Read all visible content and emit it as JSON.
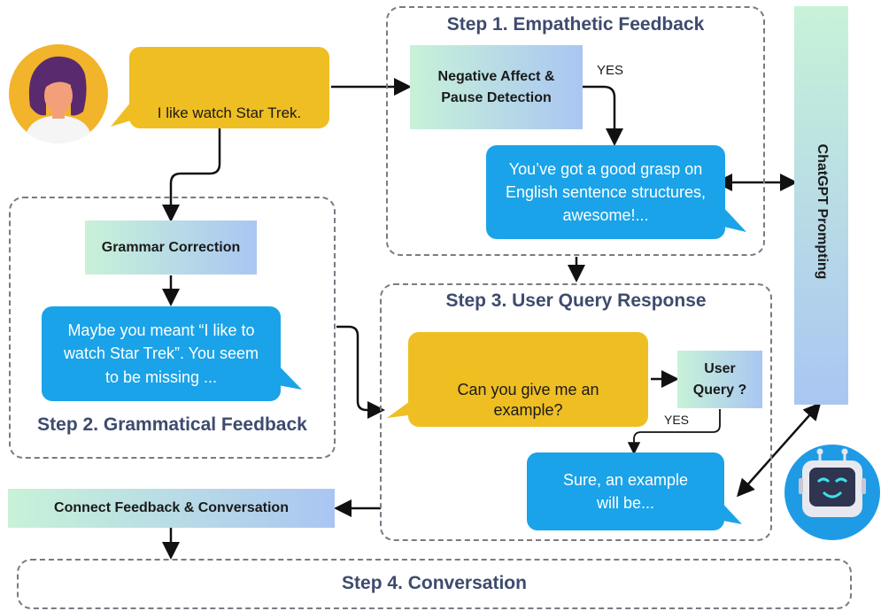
{
  "user_bubble": {
    "text": "I like watch Star Trek."
  },
  "step1": {
    "title": "Step 1. Empathetic Feedback",
    "detector": "Negative Affect & Pause Detection",
    "yes": "YES",
    "response": "You’ve got a good grasp on English sentence structures, awesome!..."
  },
  "step2": {
    "title": "Step 2. Grammatical Feedback",
    "module": "Grammar Correction",
    "response": "Maybe you meant “I like to watch Star Trek”. You seem to be missing ..."
  },
  "step3": {
    "title": "Step 3. User Query Response",
    "question": "Can you give me an example?",
    "query": "User Query ?",
    "yes": "YES",
    "answer": "Sure, an example will be..."
  },
  "connect": "Connect Feedback & Conversation",
  "step4": {
    "title": "Step 4. Conversation"
  },
  "chatgpt": "ChatGPT Prompting",
  "colors": {
    "blue_bubble": "#1aa3e8",
    "yellow_bubble": "#efbe22",
    "title_text": "#3d4b6e",
    "avatar_bg": "#f2b42a",
    "robot_bg": "#1f9be6"
  }
}
